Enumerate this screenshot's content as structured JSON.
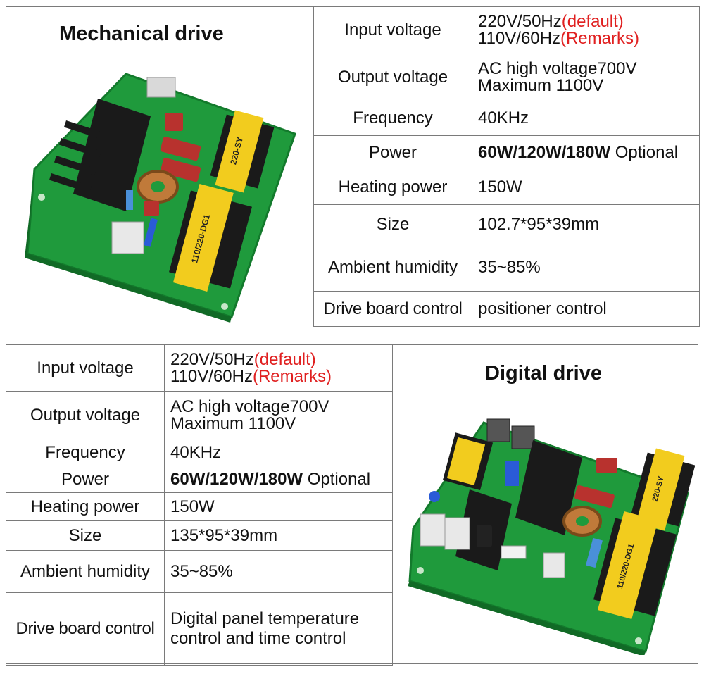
{
  "top": {
    "title": "Mechanical drive",
    "specs": {
      "input_voltage": {
        "label": "Input voltage",
        "line1": "220V/50Hz",
        "line1_note": "(default)",
        "line2": "110V/60Hz",
        "line2_note": "(Remarks)"
      },
      "output_voltage": {
        "label": "Output voltage",
        "line1": "AC high voltage700V",
        "line2": "Maximum 1100V"
      },
      "frequency": {
        "label": "Frequency",
        "value": "40KHz"
      },
      "power": {
        "label": "Power",
        "value_bold": "60W/120W/180W",
        "value_rest": " Optional"
      },
      "heating_power": {
        "label": "Heating power",
        "value": "150W"
      },
      "size": {
        "label": "Size",
        "value": "102.7*95*39mm"
      },
      "ambient_humidity": {
        "label_line1": "Ambient",
        "label_line2": "humidity",
        "value": "35~85%"
      },
      "drive_board_control": {
        "label": "Drive board control",
        "value": "positioner control"
      }
    },
    "board_labels": {
      "transformer_small": "220-SY",
      "transformer_large": "110/220-DG1"
    }
  },
  "bottom": {
    "title": "Digital drive",
    "specs": {
      "input_voltage": {
        "label": "Input voltage",
        "line1": "220V/50Hz",
        "line1_note": "(default)",
        "line2": "110V/60Hz",
        "line2_note": "(Remarks)"
      },
      "output_voltage": {
        "label": "Output voltage",
        "line1": "AC high voltage700V",
        "line2": "Maximum 1100V"
      },
      "frequency": {
        "label": "Frequency",
        "value": "40KHz"
      },
      "power": {
        "label": "Power",
        "value_bold": "60W/120W/180W",
        "value_rest": " Optional"
      },
      "heating_power": {
        "label": "Heating power",
        "value": "150W"
      },
      "size": {
        "label": "Size",
        "value": "135*95*39mm"
      },
      "ambient_humidity": {
        "label_line1": "Ambient",
        "label_line2": "humidity",
        "value": "35~85%"
      },
      "drive_board_control": {
        "label": "Drive board control",
        "line1": "Digital panel temperature",
        "line2": "control and time control"
      }
    },
    "board_labels": {
      "transformer_small": "220-SY",
      "transformer_large": "110/220-DG1"
    }
  },
  "colors": {
    "pcb": "#1f9a3c",
    "transformer": "#f2cc1e",
    "capacitor": "#b8322e",
    "note_red": "#e02020",
    "border": "#7a7a7a"
  }
}
